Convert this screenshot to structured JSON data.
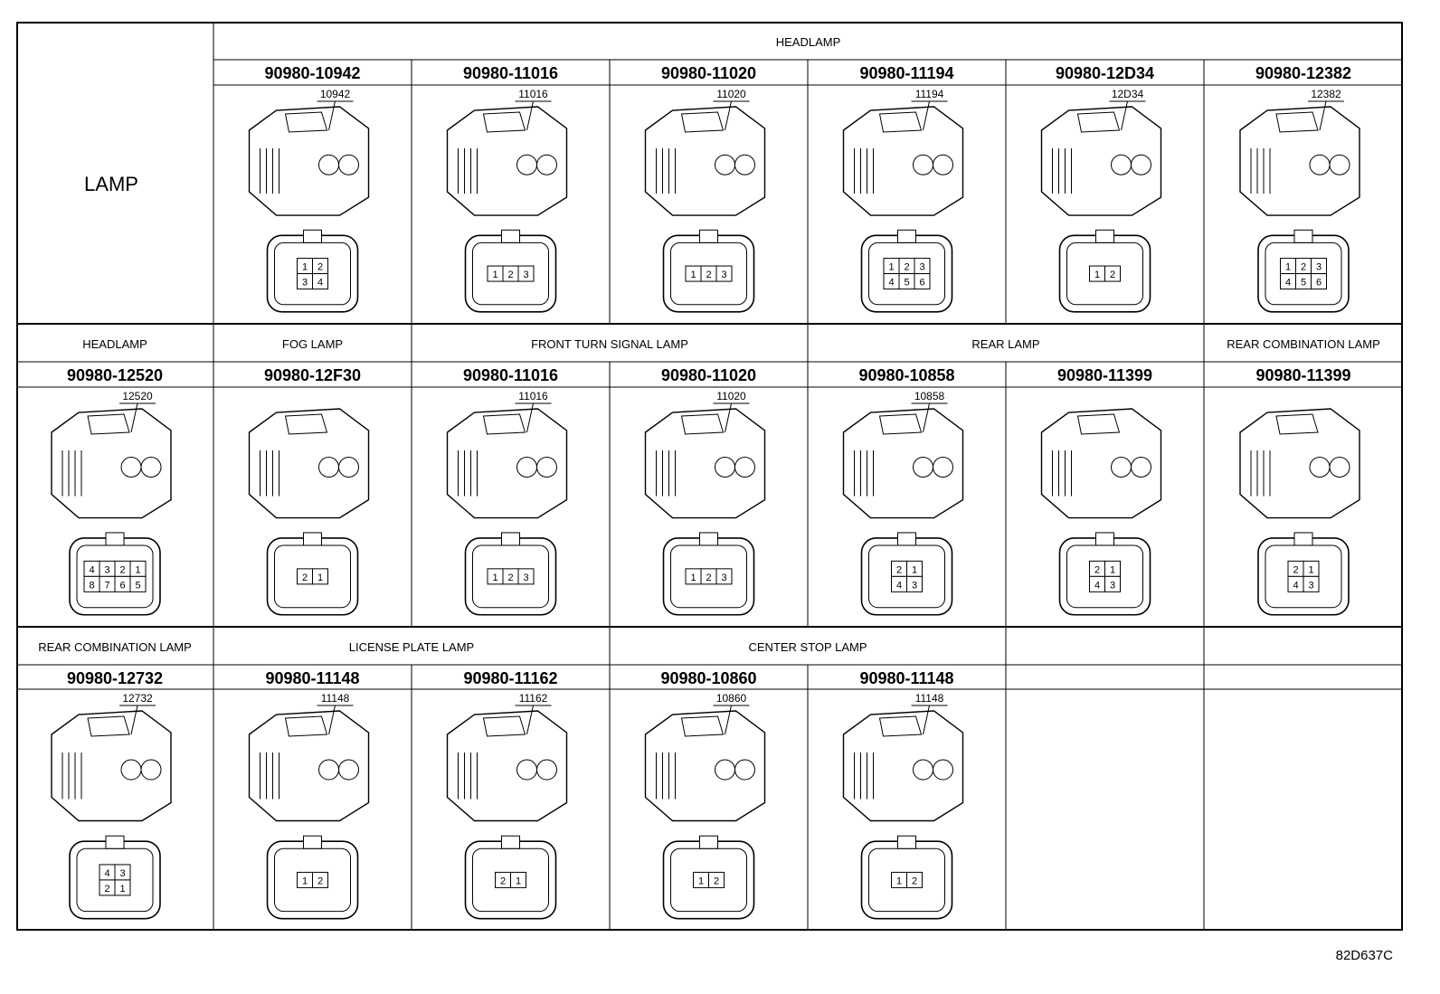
{
  "section_label": "LAMP",
  "diagram_code": "82D637C",
  "rows": [
    {
      "groups": [
        {
          "label": "HEADLAMP",
          "span": 6
        }
      ],
      "cells": [
        {
          "part": "90980-10942",
          "callout": "10942",
          "pins": [
            "1",
            "2",
            "3",
            "4"
          ],
          "face": "square4"
        },
        {
          "part": "90980-11016",
          "callout": "11016",
          "pins": [
            "1",
            "2",
            "3"
          ],
          "face": "tri3"
        },
        {
          "part": "90980-11020",
          "callout": "11020",
          "pins": [
            "1",
            "2",
            "3"
          ],
          "face": "row3"
        },
        {
          "part": "90980-11194",
          "callout": "11194",
          "pins": [
            "1",
            "2",
            "3",
            "4",
            "5",
            "6"
          ],
          "face": "grid6"
        },
        {
          "part": "90980-12D34",
          "callout": "12D34",
          "pins": [
            "1",
            "2"
          ],
          "face": "row2oval"
        },
        {
          "part": "90980-12382",
          "callout": "12382",
          "pins": [
            "1",
            "2",
            "3",
            "4",
            "5",
            "6"
          ],
          "face": "tall6"
        }
      ]
    },
    {
      "groups": [
        {
          "label": "HEADLAMP",
          "span": 1
        },
        {
          "label": "FOG LAMP",
          "span": 1
        },
        {
          "label": "FRONT TURN SIGNAL LAMP",
          "span": 2
        },
        {
          "label": "REAR LAMP",
          "span": 2
        },
        {
          "label": "REAR COMBINATION LAMP",
          "span": 1
        }
      ],
      "cells": [
        {
          "part": "90980-12520",
          "callout": "12520",
          "pins": [
            "4",
            "3",
            "2",
            "1",
            "8",
            "7",
            "6",
            "5"
          ],
          "face": "grid8"
        },
        {
          "part": "90980-12F30",
          "callout": "",
          "pins": [
            "2",
            "1"
          ],
          "face": "small2"
        },
        {
          "part": "90980-11016",
          "callout": "11016",
          "pins": [
            "1",
            "2",
            "3"
          ],
          "face": "tri3"
        },
        {
          "part": "90980-11020",
          "callout": "11020",
          "pins": [
            "1",
            "2",
            "3"
          ],
          "face": "row3"
        },
        {
          "part": "90980-10858",
          "callout": "10858",
          "pins": [
            "2",
            "1",
            "4",
            "3"
          ],
          "face": "clip4small"
        },
        {
          "part": "90980-11399",
          "callout": "",
          "pins": [
            "2",
            "1",
            "4",
            "3"
          ],
          "face": "clip4"
        },
        {
          "part": "90980-11399",
          "callout": "",
          "pins": [
            "2",
            "1",
            "4",
            "3"
          ],
          "face": "clip4"
        }
      ]
    },
    {
      "groups": [
        {
          "label": "REAR COMBINATION LAMP",
          "span": 1
        },
        {
          "label": "LICENSE PLATE LAMP",
          "span": 2
        },
        {
          "label": "CENTER STOP LAMP",
          "span": 2
        },
        {
          "label": "",
          "span": 1
        },
        {
          "label": "",
          "span": 1
        }
      ],
      "cells": [
        {
          "part": "90980-12732",
          "callout": "12732",
          "pins": [
            "4",
            "3",
            "2",
            "1"
          ],
          "face": "flat4"
        },
        {
          "part": "90980-11148",
          "callout": "11148",
          "pins": [
            "1",
            "2"
          ],
          "face": "step2"
        },
        {
          "part": "90980-11162",
          "callout": "11162",
          "pins": [
            "2",
            "1"
          ],
          "face": "round2"
        },
        {
          "part": "90980-10860",
          "callout": "10860",
          "pins": [
            "1",
            "2"
          ],
          "face": "tall2"
        },
        {
          "part": "90980-11148",
          "callout": "11148",
          "pins": [
            "1",
            "2"
          ],
          "face": "step2"
        },
        {
          "part": "",
          "callout": "",
          "pins": [],
          "face": "none"
        },
        {
          "part": "",
          "callout": "",
          "pins": [],
          "face": "none"
        }
      ]
    }
  ]
}
